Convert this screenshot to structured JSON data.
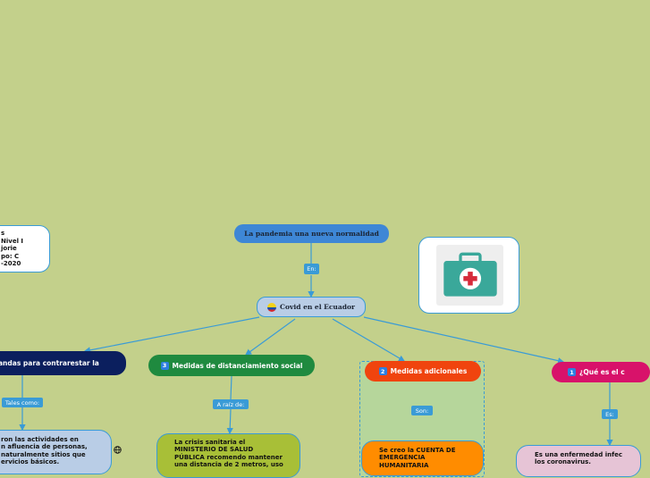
{
  "colors": {
    "background": "#c3d08b",
    "connector": "#3a9bd6",
    "root_fill": "#3e87d6",
    "central_fill": "#b9cde6",
    "branch_navy": "#0b1f5e",
    "branch_green": "#1f8a3f",
    "branch_orange": "#f0440e",
    "branch_magenta": "#d8126a",
    "kit_teal": "#3aa89a",
    "kit_red": "#d62b3a"
  },
  "root": {
    "title": "La pandemia una nueva normalidad"
  },
  "root_link_label": "En:",
  "central": {
    "title": "Covid en el Ecuador",
    "icon": "ecuador-flag-icon"
  },
  "info_card": {
    "lines": [
      "s",
      "Nivel I",
      "jorie",
      "po: C",
      "-2020"
    ]
  },
  "image_card": {
    "icon": "first-aid-kit-icon"
  },
  "branches": {
    "b1": {
      "title": "andas para contrarestar la",
      "link_label": "Tales como:",
      "child_text": "ron las actividades en\nn afluencia de personas,\nnaturalmente sitios que\nervicios básicos.",
      "side_icon": "globe-icon"
    },
    "b2": {
      "badge": "3",
      "title": "Medidas de distanciamiento social",
      "link_label": "A raíz de:",
      "child_text": "La crisis sanitaria el\nMINISTERIO DE SALUD\nPÚBLICA recomendo mantener\nuna distancia de 2 metros, uso"
    },
    "b3": {
      "badge": "2",
      "title": "Medidas adicionales",
      "link_label": "Son:",
      "child_text": "Se creo la CUENTA DE\nEMERGENCIA\nHUMANITARIA"
    },
    "b4": {
      "badge": "1",
      "title": "¿Qué es el c",
      "link_label": "Es:",
      "child_text": "Es una enfermedad infec\nlos coronavirus."
    }
  }
}
